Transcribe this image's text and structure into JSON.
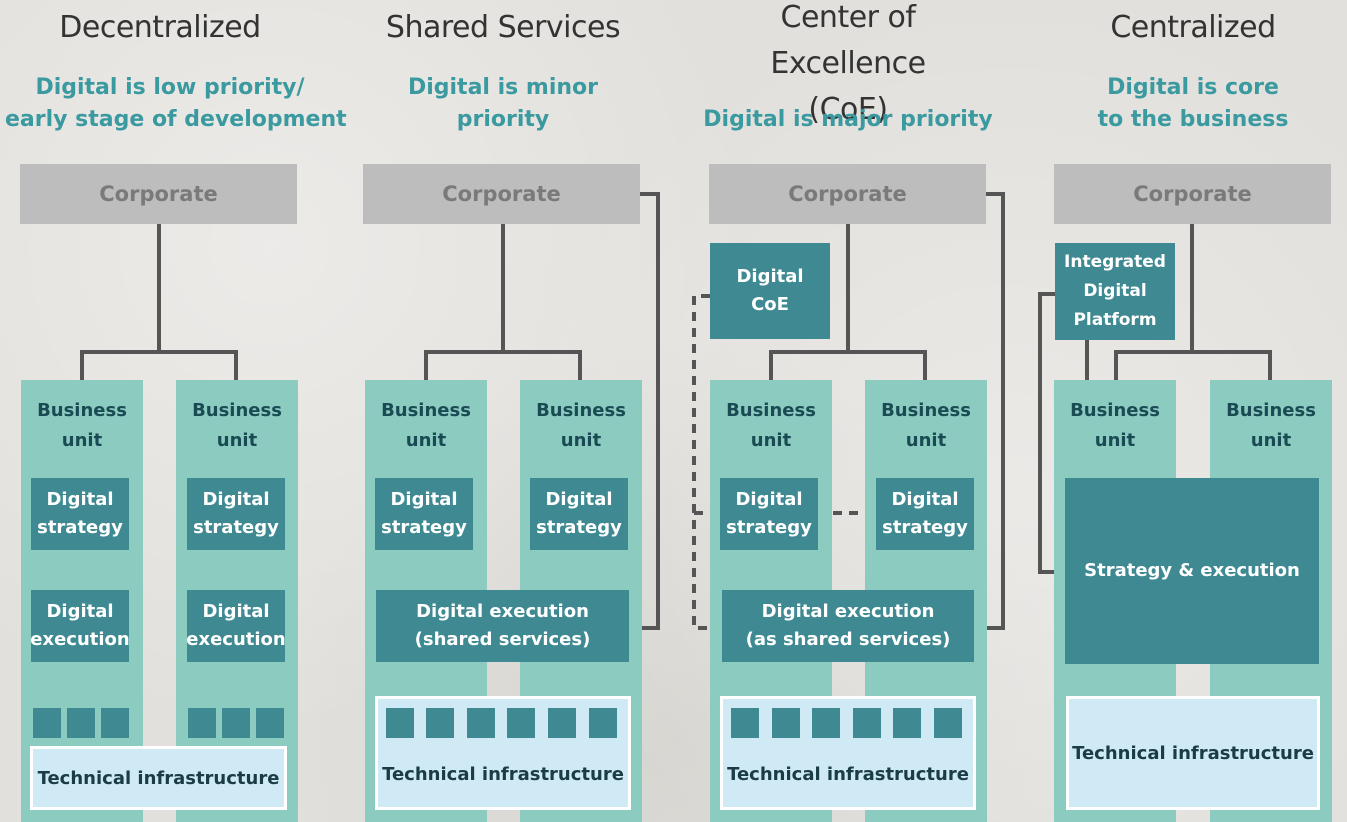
{
  "colors": {
    "accent_text": "#3a9aa0",
    "corporate_box": "#bdbdbd",
    "column_fill": "#8cccc0",
    "dark_box": "#3f8a92",
    "infra_box": "#cfe9f5",
    "connector": "#555555"
  },
  "models": [
    {
      "title": "Decentralized",
      "subtitle_line1": "Digital is low priority/",
      "subtitle_line2": "early stage of development",
      "corporate": "Corporate",
      "bu1": "Business unit",
      "bu2": "Business unit",
      "bu1_strategy": "Digital strategy",
      "bu2_strategy": "Digital strategy",
      "bu1_execution": "Digital execution",
      "bu2_execution": "Digital execution",
      "infrastructure": "Technical infrastructure"
    },
    {
      "title": "Shared Services",
      "subtitle_line1": "Digital is minor",
      "subtitle_line2": "priority",
      "corporate": "Corporate",
      "bu1": "Business unit",
      "bu2": "Business unit",
      "bu1_strategy": "Digital strategy",
      "bu2_strategy": "Digital strategy",
      "execution": "Digital execution (shared services)",
      "infrastructure": "Technical infrastructure"
    },
    {
      "title": "Center of Excellence (CoE)",
      "subtitle_line1": "Digital is major priority",
      "corporate": "Corporate",
      "coe": "Digital CoE",
      "bu1": "Business unit",
      "bu2": "Business unit",
      "bu1_strategy": "Digital strategy",
      "bu2_strategy": "Digital strategy",
      "execution": "Digital execution (as shared services)",
      "infrastructure": "Technical infrastructure"
    },
    {
      "title": "Centralized",
      "subtitle_line1": "Digital is core",
      "subtitle_line2": "to the business",
      "corporate": "Corporate",
      "platform": "Integrated Digital Platform",
      "bu1": "Business unit",
      "bu2": "Business unit",
      "strategy_execution": "Strategy & execution",
      "infrastructure": "Technical infrastructure"
    }
  ]
}
